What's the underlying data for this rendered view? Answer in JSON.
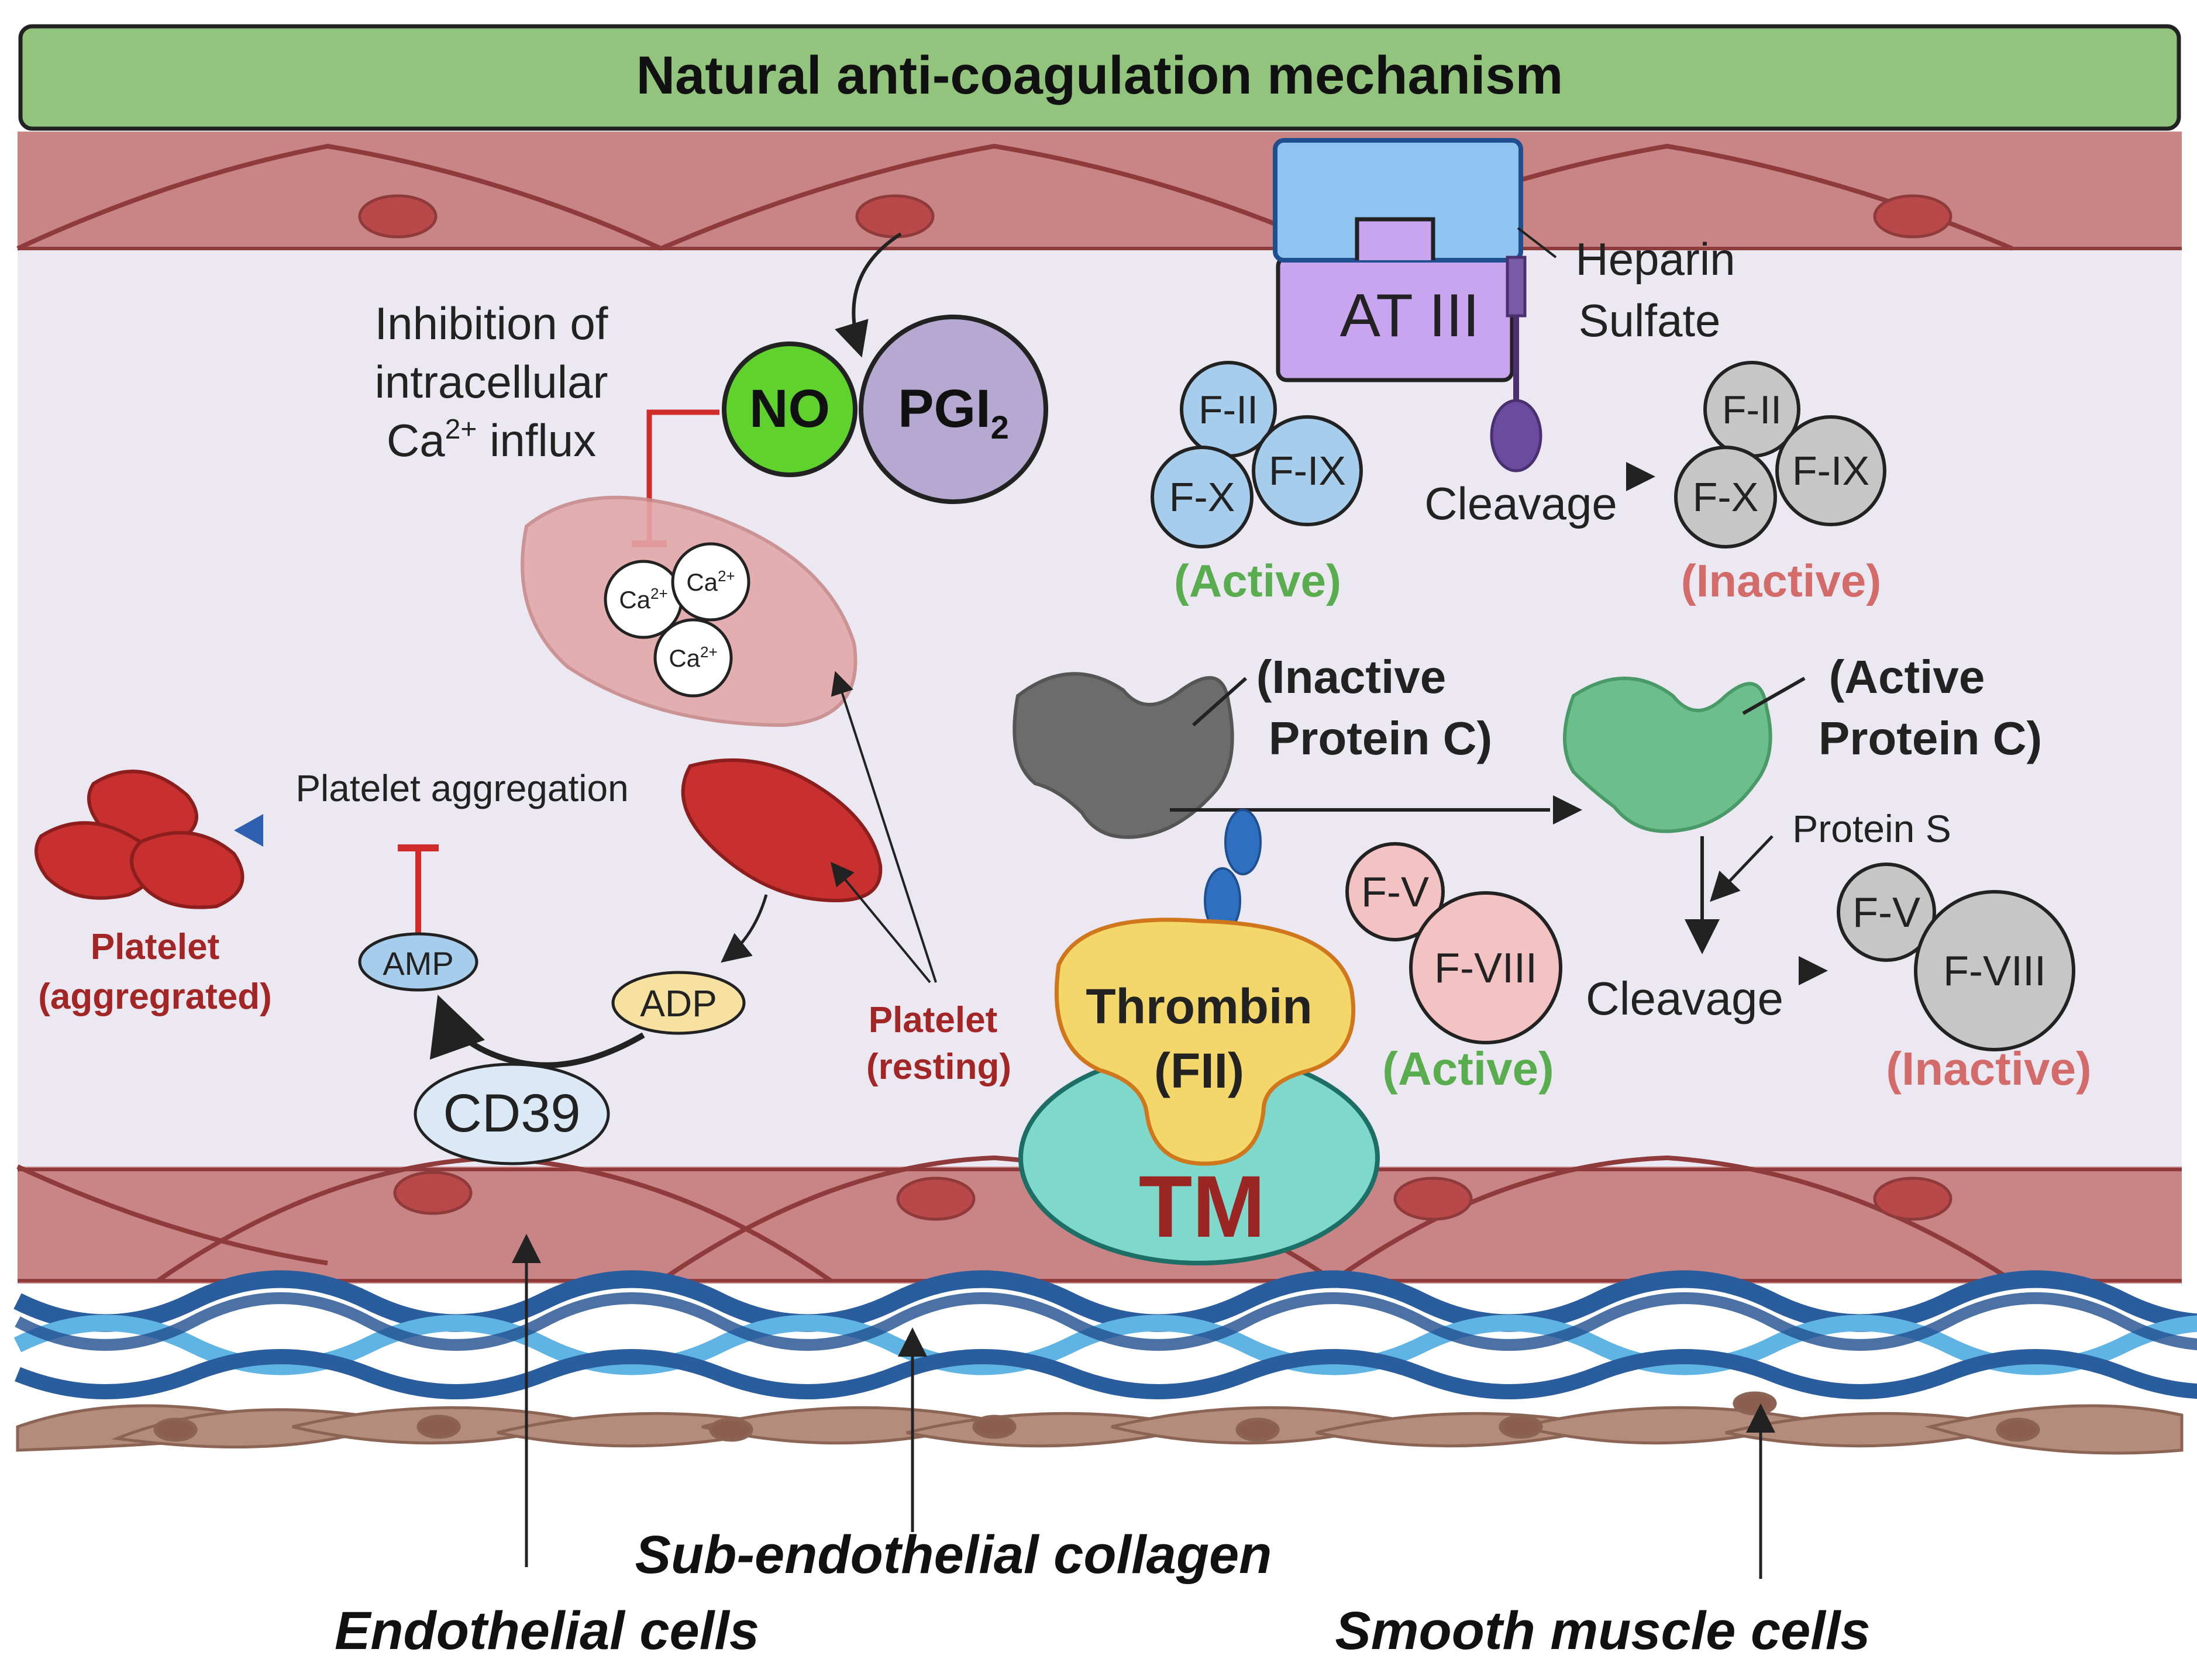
{
  "title": "Natural anti-coagulation mechanism",
  "colors": {
    "title_bg": "#92c47d",
    "endothelium": "#c98585",
    "lumen": "#ebe8f2",
    "active_text": "#5aad4e",
    "inactive_text": "#d46b6b",
    "platelet": "#c8302f",
    "thrombin": "#f3d76a",
    "tm": "#7fd8cc",
    "tm_text": "#9a2523"
  },
  "left_panel": {
    "inhibition_line1": "Inhibition of",
    "inhibition_line2": "intracellular",
    "ca_influx_prefix": "Ca",
    "ca_influx_sup": "2+",
    "ca_influx_suffix": " influx",
    "no_label": "NO",
    "pgi2_label": "PGI",
    "pgi2_sub": "2",
    "ca_ion": "Ca",
    "ca_ion_sup": "2+",
    "platelet_aggregation": "Platelet aggregation",
    "platelet_aggregated_line1": "Platelet",
    "platelet_aggregated_line2": "(aggregrated)",
    "platelet_resting_line1": "Platelet",
    "platelet_resting_line2": "(resting)",
    "amp": "AMP",
    "adp": "ADP",
    "cd39": "CD39"
  },
  "at_panel": {
    "at3": "AT III",
    "heparin_line1": "Heparin",
    "heparin_line2": "Sulfate",
    "cleavage": "Cleavage",
    "active": "(Active)",
    "inactive": "(Inactive)",
    "factors": [
      "F-II",
      "F-X",
      "F-IX"
    ]
  },
  "protein_c_panel": {
    "inactive_pc_line1": "(Inactive",
    "inactive_pc_line2": "Protein C)",
    "active_pc_line1": "(Active",
    "active_pc_line2": "Protein C)",
    "protein_s": "Protein S",
    "cleavage": "Cleavage",
    "active": "(Active)",
    "inactive": "(Inactive)",
    "factors": [
      "F-V",
      "F-VIII"
    ],
    "thrombin_line1": "Thrombin",
    "thrombin_line2": "(FII)",
    "tm": "TM"
  },
  "tissue_labels": {
    "collagen": "Sub-endothelial collagen",
    "endothelial": "Endothelial cells",
    "smooth_muscle": "Smooth muscle cells"
  }
}
